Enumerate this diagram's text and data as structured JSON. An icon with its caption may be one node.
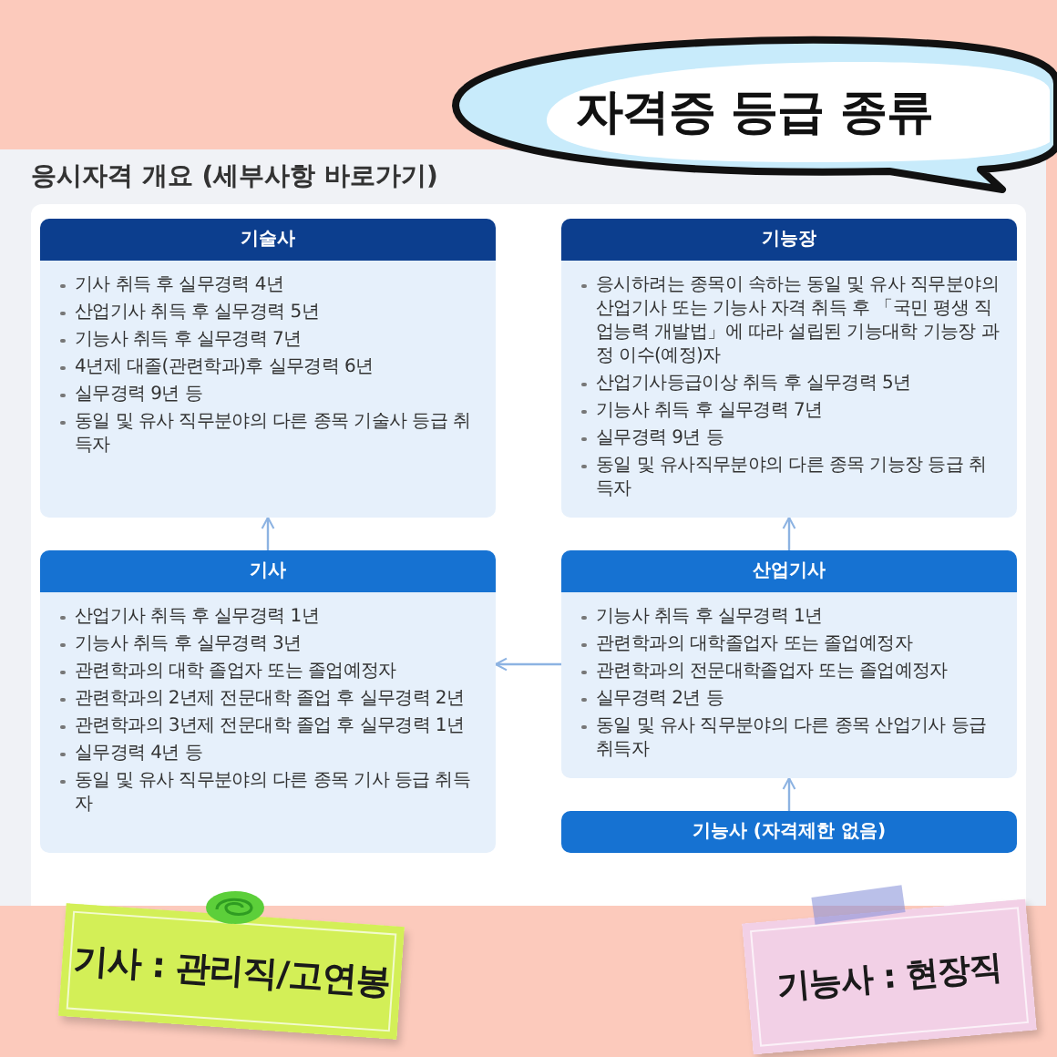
{
  "diagram": {
    "title": "자격증 등급 종류",
    "nodes": [
      {
        "text": [
          "기술사",
          "기사 취득 후 실무경력 4년",
          "산업기사 취득 후 실무경력 5년",
          "기능사 취득 후 실무경력 7년",
          "4년제 대졸(관련학과)후 실무경력 6년",
          "실무경력 9년 등",
          "동일 및 유사 직무분야의 다른 종목 기술사 등급 취득자"
        ]
      },
      {
        "text": [
          "기능장",
          "응시하려는 종목이 속하는 동일 및 유사 직무분야의 산업기사 또는 기능사 자격 취득 후 「국민 평생 직업능력 개발법」에 따라 설립된 기능대학 기능장 과정 이수(예정)자",
          "산업기사등급이상 취득 후 실무경력 5년",
          "기능사 취득 후 실무경력 7년",
          "실무경력 9년 등",
          "동일 및 유사직무분야의 다른 종목 기능장 등급 취득자"
        ]
      },
      {
        "text": [
          "기사",
          "산업기사 취득 후 실무경력 1년",
          "기능사 취득 후 실무경력 3년",
          "관련학과의 대학 졸업자 또는 졸업예정자",
          "관련학과의 2년제 전문대학 졸업 후 실무경력 2년",
          "관련학과의 3년제 전문대학 졸업 후 실무경력 1년",
          "실무경력 4년 등",
          "동일 및 유사 직무분야의 다른 종목 기사 등급 취득자"
        ]
      },
      {
        "text": [
          "산업기사",
          "기능사 취득 후 실무경력 1년",
          "관련학과의 대학졸업자 또는 졸업예정자",
          "관련학과의 전문대학졸업자 또는 졸업예정자",
          "실무경력 2년 등",
          "동일 및 유사 직무분야의 다른 종목 산업기사 등급 취득자"
        ]
      },
      {
        "text": [
          "기능사 (자격제한 없음)"
        ]
      },
      {
        "text": [
          "기사 : 관리직/고연봉"
        ]
      },
      {
        "text": [
          "기능사 : 현장직"
        ]
      }
    ],
    "edges": [
      {
        "from": 2,
        "to": 0,
        "arrow": "to"
      },
      {
        "from": 3,
        "to": 1,
        "arrow": "to"
      },
      {
        "from": 3,
        "to": 2,
        "arrow": "to"
      },
      {
        "from": 4,
        "to": 3,
        "arrow": "to"
      }
    ],
    "labels": [
      "응시자격 개요 (세부사항 바로가기)"
    ]
  }
}
